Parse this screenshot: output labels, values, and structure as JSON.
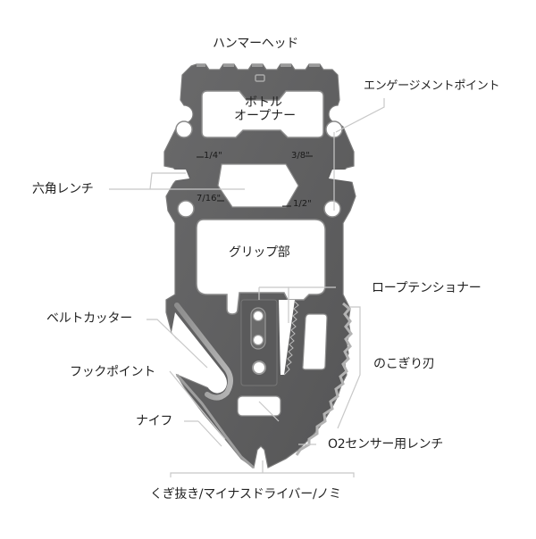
{
  "diagram": {
    "subject": "multi-tool card",
    "colors": {
      "background": "#ffffff",
      "tool_body": "#5f5f60",
      "tool_edge": "#8a8a8a",
      "blade_highlight": "#a8a8a8",
      "leader_line": "#c8c8c8",
      "text": "#222222"
    },
    "labels": {
      "hammer_head": "ハンマーヘッド",
      "engagement_point": "エンゲージメントポイント",
      "bottle_opener_line1": "ボトル",
      "bottle_opener_line2": "オープナー",
      "hex_wrench": "六角レンチ",
      "grip": "グリップ部",
      "rope_tensioner": "ロープテンショナー",
      "belt_cutter": "ベルトカッター",
      "hook_point": "フックポイント",
      "saw_blade": "のこぎり刃",
      "knife": "ナイフ",
      "o2_sensor_wrench": "O2センサー用レンチ",
      "nail_puller": "くぎ抜き/マイナスドライバー/ノミ"
    },
    "wrench_sizes": {
      "top_left": "1/4\"",
      "top_right": "3/8\"",
      "bottom_left": "7/16\"",
      "bottom_right": "1/2\""
    }
  }
}
